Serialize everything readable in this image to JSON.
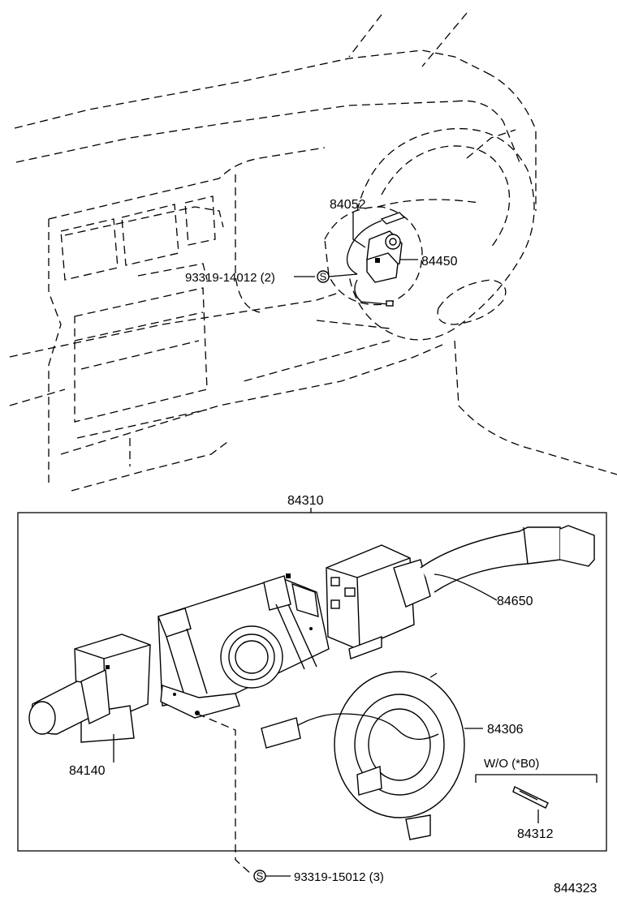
{
  "callouts": {
    "steering_harness": "84052",
    "hazard_switch": "84450",
    "screw_upper": "93319-14012 (2)",
    "switch_assembly": "84310",
    "wiper_switch": "84650",
    "headlamp_switch": "84140",
    "spiral_cable": "84306",
    "screw_lower": "93319-15012 (3)",
    "variant_note": "W/O (*B0)",
    "pin": "84312",
    "diagram_number": "844323"
  },
  "symbols": {
    "screw_marker": "S"
  }
}
